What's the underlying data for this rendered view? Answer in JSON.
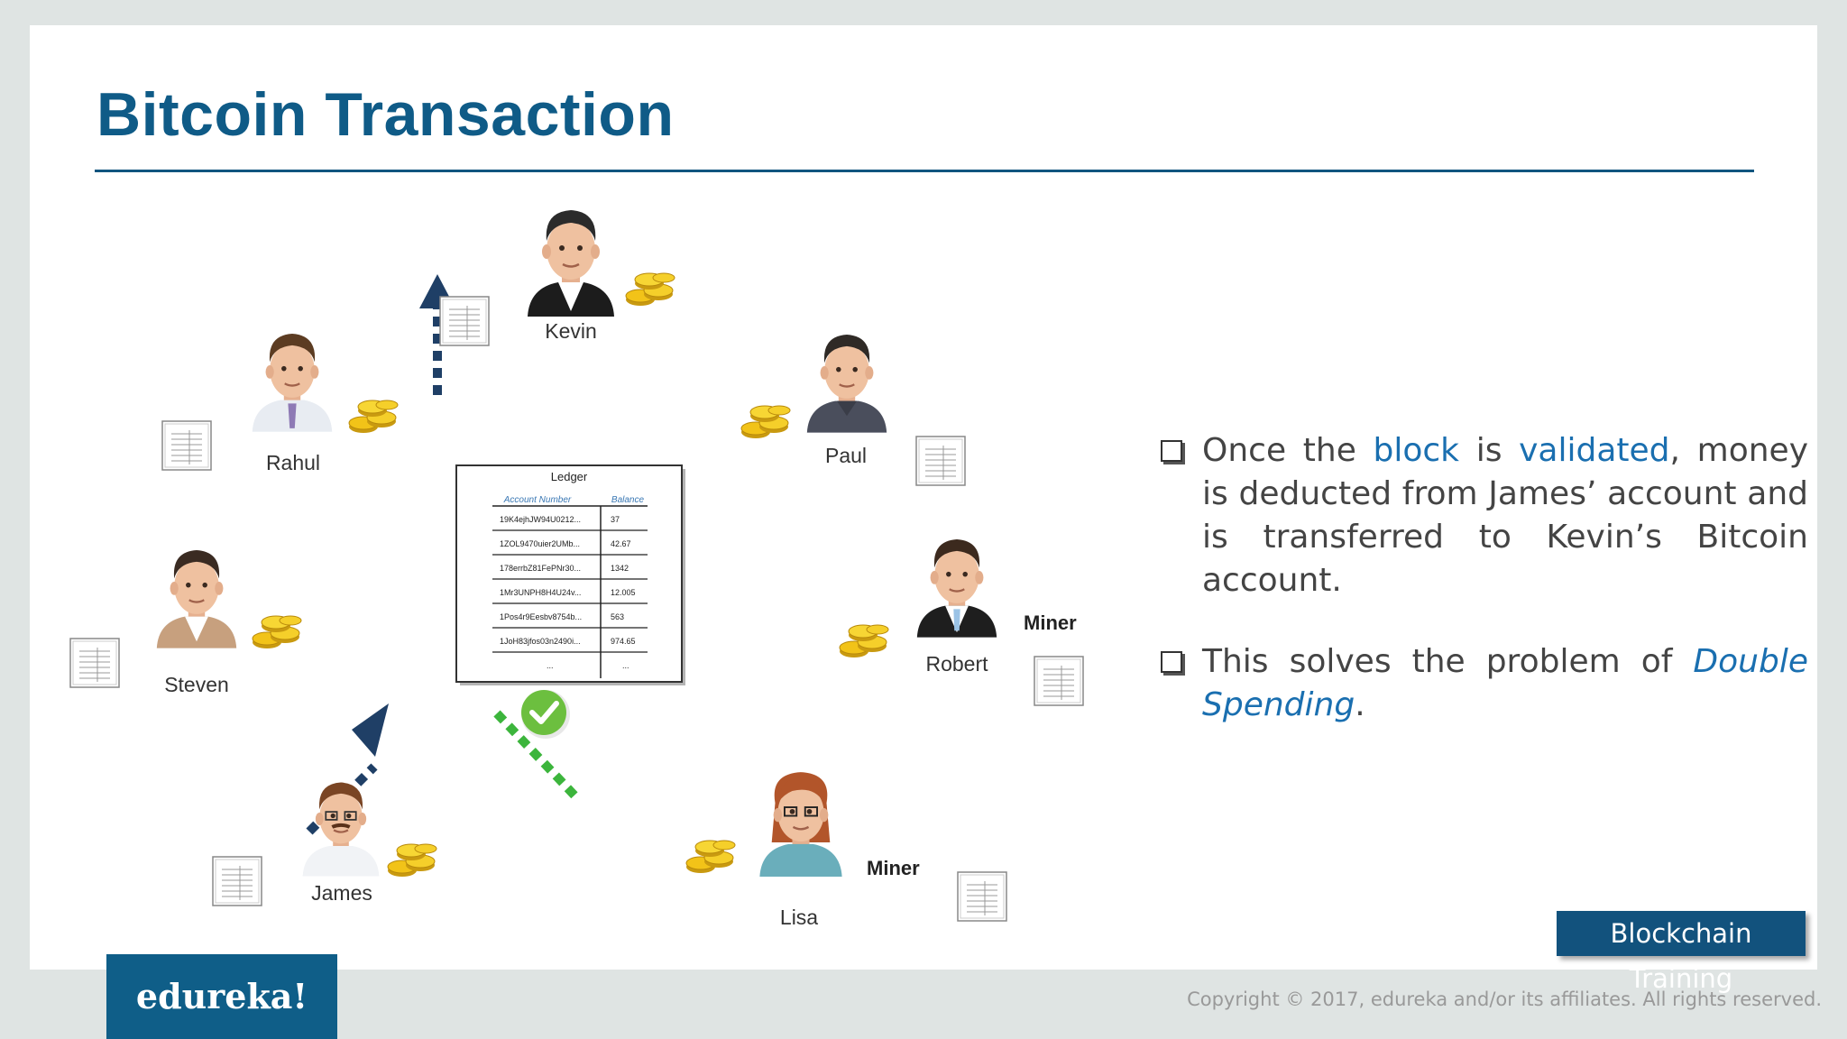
{
  "title": "Bitcoin Transaction",
  "people": {
    "kevin": "Kevin",
    "rahul": "Rahul",
    "paul": "Paul",
    "steven": "Steven",
    "robert": "Robert",
    "james": "James",
    "lisa": "Lisa"
  },
  "miner_label": "Miner",
  "ledger": {
    "title": "Ledger",
    "col_account": "Account Number",
    "col_balance": "Balance",
    "rows": [
      {
        "account": "19K4ejhJW94U0212...",
        "balance": "37"
      },
      {
        "account": "1ZOL9470uier2UMb...",
        "balance": "42.67"
      },
      {
        "account": "178errbZ81FePNr30...",
        "balance": "1342"
      },
      {
        "account": "1Mr3UNPH8H4U24v...",
        "balance": "12.005"
      },
      {
        "account": "1Pos4r9Eesbv8754b...",
        "balance": "563"
      },
      {
        "account": "1JoH83jfos03n2490i...",
        "balance": "974.65"
      },
      {
        "account": "...",
        "balance": "..."
      }
    ]
  },
  "bullets": {
    "b1": {
      "t1": "Once the ",
      "h1": "block",
      "t2": " is ",
      "h2": "validated",
      "t3": ", money is deducted from James’ account and is transferred to Kevin’s Bitcoin account."
    },
    "b2": {
      "t1": "This solves the problem of ",
      "h1": "Double Spending",
      "t2": "."
    }
  },
  "badge": "Blockchain Training",
  "logo": "edureka!",
  "copyright": "Copyright © 2017, edureka and/or its affiliates. All rights reserved.",
  "colors": {
    "brand": "#0f5b87",
    "arrow_blue": "#1f3f66",
    "arrow_green": "#3cb53c",
    "coin": "#f2c318",
    "check": "#6cbf3f"
  }
}
